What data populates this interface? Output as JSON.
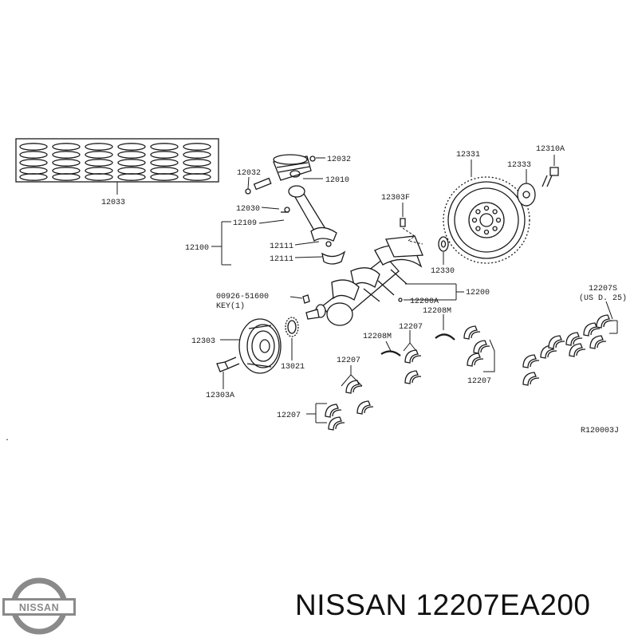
{
  "parts": {
    "p12033": "12033",
    "p12032a": "12032",
    "p12032b": "12032",
    "p12010": "12010",
    "p12030": "12030",
    "p12109": "12109",
    "p12100": "12100",
    "p12111a": "12111",
    "p12111b": "12111",
    "p12303F": "12303F",
    "p12331": "12331",
    "p12333": "12333",
    "p12310A": "12310A",
    "p12330": "12330",
    "p12200": "12200",
    "p12200A": "12200A",
    "p00926": "00926-51600",
    "pKey": "KEY(1)",
    "p12303": "12303",
    "p12303A": "12303A",
    "p13021": "13021",
    "p12208Ma": "12208M",
    "p12208Mb": "12208M",
    "p12207a": "12207",
    "p12207b": "12207",
    "p12207c": "12207",
    "p12207d": "12207",
    "p12207S": "12207S",
    "pUSD": "(US D. 25)"
  },
  "ref_code": "R120003J",
  "caption": "NISSAN 12207EA200",
  "logo_text": "NISSAN",
  "colors": {
    "line": "#1a1a1a",
    "background": "#ffffff",
    "logo_gray": "#8a8a8a"
  }
}
